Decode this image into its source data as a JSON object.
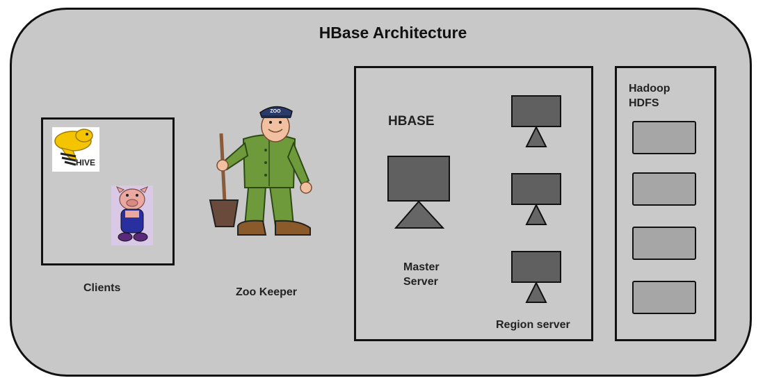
{
  "diagram": {
    "title": "HBase Architecture",
    "clients": {
      "label": "Clients",
      "hive_logo_text": "HIVE"
    },
    "zookeeper": {
      "label": "Zoo Keeper",
      "cap_text": "ZOO"
    },
    "hbase": {
      "label": "HBASE",
      "master_label_line1": "Master",
      "master_label_line2": "Server",
      "region_label": "Region server",
      "region_server_count": 3
    },
    "hdfs": {
      "label_line1": "Hadoop",
      "label_line2": "HDFS",
      "block_count": 4
    },
    "colors": {
      "background": "#c8c8c8",
      "monitor": "#606060",
      "hdfs_block": "#a6a6a6",
      "zookeeper_uniform": "#6f9a3c",
      "hive_logo": "#f5c400",
      "pig_body": "#2a2fa0"
    }
  }
}
